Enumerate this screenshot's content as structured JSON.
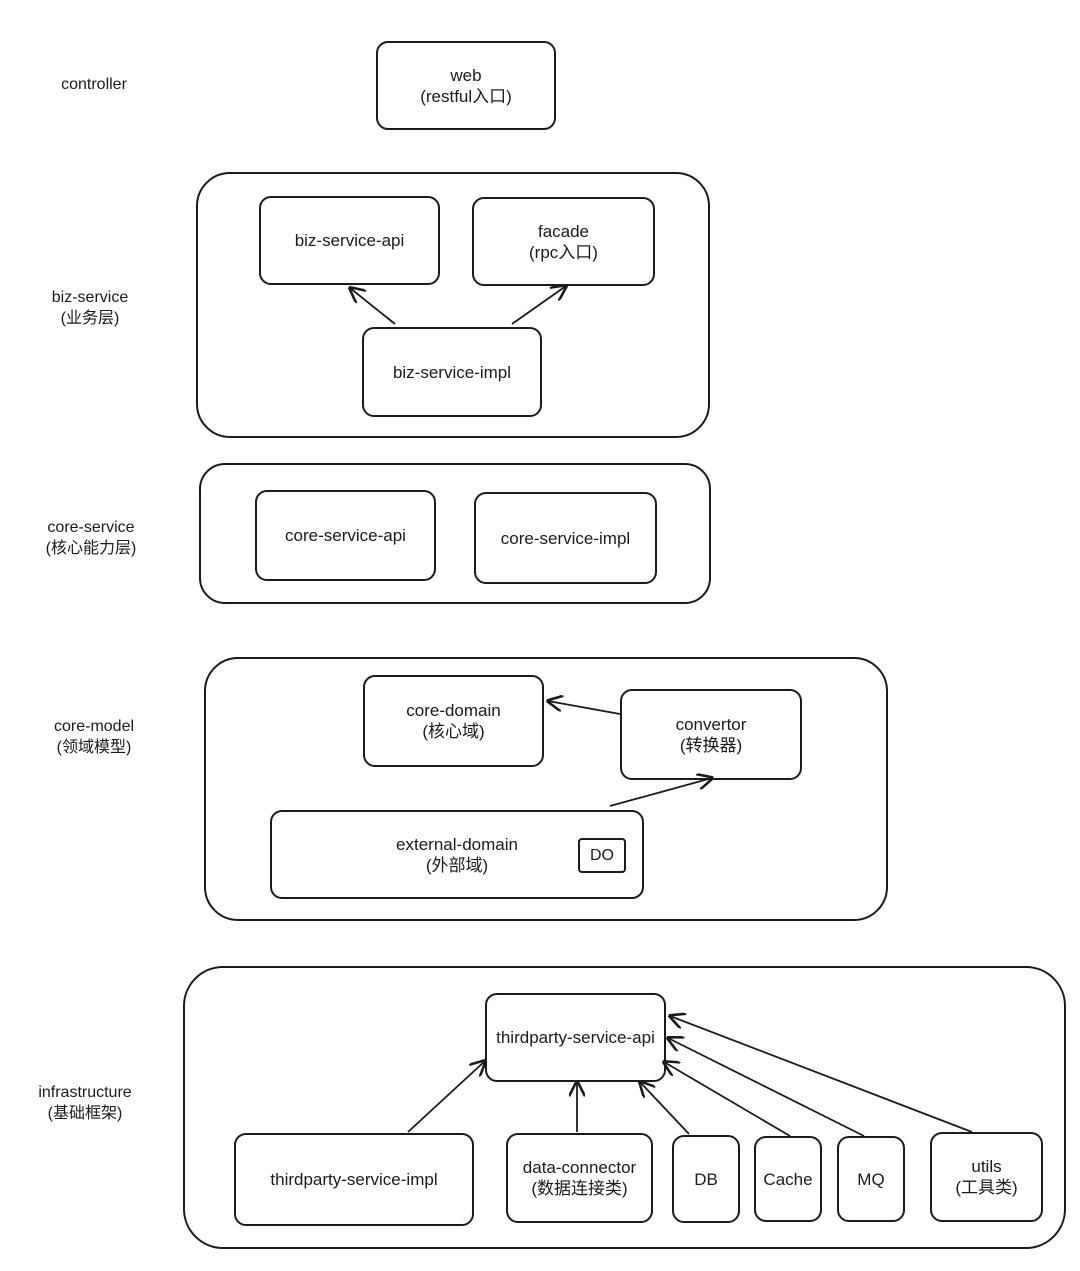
{
  "layers": {
    "controller": {
      "name": "controller"
    },
    "biz_service": {
      "name": "biz-service",
      "sub": "(业务层)"
    },
    "core_service": {
      "name": "core-service",
      "sub": "(核心能力层)"
    },
    "core_model": {
      "name": "core-model",
      "sub": "(领域模型)"
    },
    "infrastructure": {
      "name": "infrastructure",
      "sub": "(基础框架)"
    }
  },
  "boxes": {
    "web": {
      "title": "web",
      "sub": "(restful入口)"
    },
    "biz_service_api": {
      "title": "biz-service-api"
    },
    "facade": {
      "title": "facade",
      "sub": "(rpc入口)"
    },
    "biz_service_impl": {
      "title": "biz-service-impl"
    },
    "core_service_api": {
      "title": "core-service-api"
    },
    "core_service_impl": {
      "title": "core-service-impl"
    },
    "core_domain": {
      "title": "core-domain",
      "sub": "(核心域)"
    },
    "convertor": {
      "title": "convertor",
      "sub": "(转换器)"
    },
    "external_domain": {
      "title": "external-domain",
      "sub": "(外部域)",
      "badge": "DO"
    },
    "thirdparty_service_api": {
      "title": "thirdparty-service-api"
    },
    "thirdparty_service_impl": {
      "title": "thirdparty-service-impl"
    },
    "data_connector": {
      "title": "data-connector",
      "sub": "(数据连接类)"
    },
    "db": {
      "title": "DB"
    },
    "cache": {
      "title": "Cache"
    },
    "mq": {
      "title": "MQ"
    },
    "utils": {
      "title": "utils",
      "sub": "(工具类)"
    }
  }
}
